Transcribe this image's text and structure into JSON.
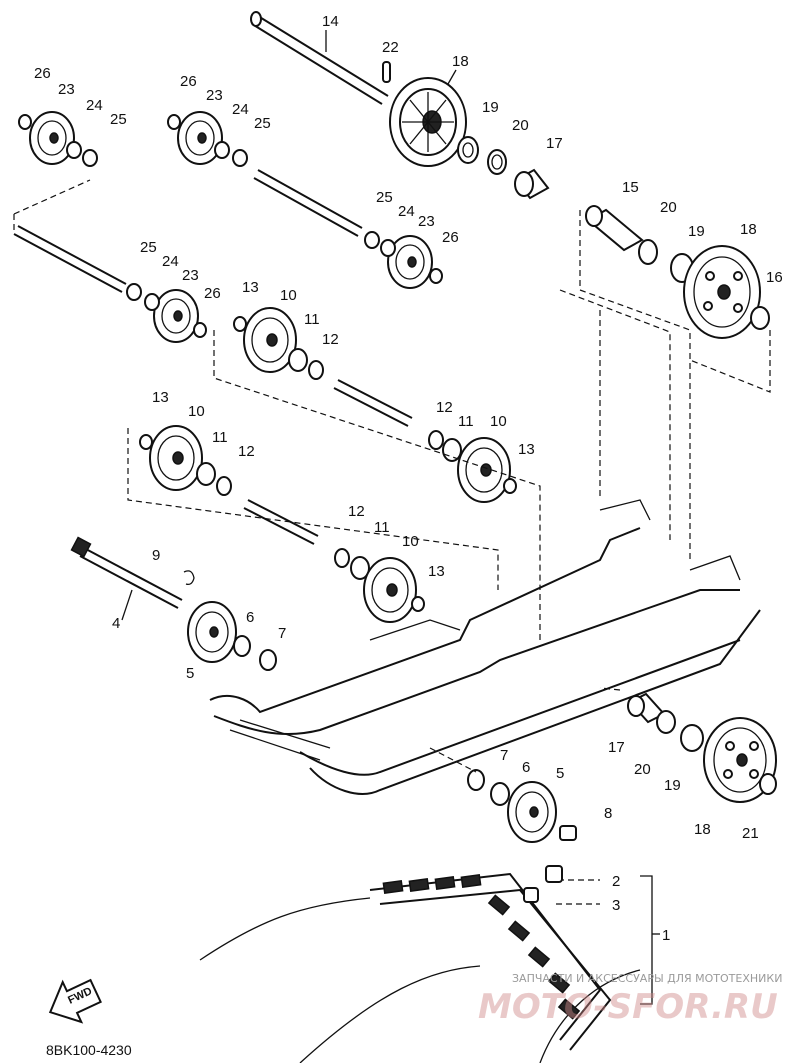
{
  "diagram": {
    "code": "8BK100-4230",
    "fwd_label": "FWD",
    "watermark_line1": "ЗАПЧАСТИ И АКСЕССУАРЫ ДЛЯ МОТОТЕХНИКИ",
    "watermark_line2": "MOTO-SFOR.RU"
  },
  "parts": [
    {
      "id": "p14a",
      "text": "14"
    },
    {
      "id": "p22",
      "text": "22"
    },
    {
      "id": "p18a",
      "text": "18"
    },
    {
      "id": "p19a",
      "text": "19"
    },
    {
      "id": "p20a",
      "text": "20"
    },
    {
      "id": "p17a",
      "text": "17"
    },
    {
      "id": "p26a",
      "text": "26"
    },
    {
      "id": "p23a",
      "text": "23"
    },
    {
      "id": "p24a",
      "text": "24"
    },
    {
      "id": "p25a",
      "text": "25"
    },
    {
      "id": "p26b",
      "text": "26"
    },
    {
      "id": "p23b",
      "text": "23"
    },
    {
      "id": "p24b",
      "text": "24"
    },
    {
      "id": "p25b",
      "text": "25"
    },
    {
      "id": "p25c",
      "text": "25"
    },
    {
      "id": "p24c",
      "text": "24"
    },
    {
      "id": "p23c",
      "text": "23"
    },
    {
      "id": "p26c",
      "text": "26"
    },
    {
      "id": "p25d",
      "text": "25"
    },
    {
      "id": "p24d",
      "text": "24"
    },
    {
      "id": "p23d",
      "text": "23"
    },
    {
      "id": "p26d",
      "text": "26"
    },
    {
      "id": "p15",
      "text": "15"
    },
    {
      "id": "p20b",
      "text": "20"
    },
    {
      "id": "p19b",
      "text": "19"
    },
    {
      "id": "p18b",
      "text": "18"
    },
    {
      "id": "p16",
      "text": "16"
    },
    {
      "id": "p13a",
      "text": "13"
    },
    {
      "id": "p10a",
      "text": "10"
    },
    {
      "id": "p11a",
      "text": "11"
    },
    {
      "id": "p12a",
      "text": "12"
    },
    {
      "id": "p12b",
      "text": "12"
    },
    {
      "id": "p11b",
      "text": "11"
    },
    {
      "id": "p10b",
      "text": "10"
    },
    {
      "id": "p13b",
      "text": "13"
    },
    {
      "id": "p13c",
      "text": "13"
    },
    {
      "id": "p10c",
      "text": "10"
    },
    {
      "id": "p11c",
      "text": "11"
    },
    {
      "id": "p12c",
      "text": "12"
    },
    {
      "id": "p12d",
      "text": "12"
    },
    {
      "id": "p11d",
      "text": "11"
    },
    {
      "id": "p10d",
      "text": "10"
    },
    {
      "id": "p13d",
      "text": "13"
    },
    {
      "id": "p9",
      "text": "9"
    },
    {
      "id": "p4",
      "text": "4"
    },
    {
      "id": "p6a",
      "text": "6"
    },
    {
      "id": "p7a",
      "text": "7"
    },
    {
      "id": "p5a",
      "text": "5"
    },
    {
      "id": "p7b",
      "text": "7"
    },
    {
      "id": "p6b",
      "text": "6"
    },
    {
      "id": "p5b",
      "text": "5"
    },
    {
      "id": "p8",
      "text": "8"
    },
    {
      "id": "p17b",
      "text": "17"
    },
    {
      "id": "p20c",
      "text": "20"
    },
    {
      "id": "p19c",
      "text": "19"
    },
    {
      "id": "p18c",
      "text": "18"
    },
    {
      "id": "p21",
      "text": "21"
    },
    {
      "id": "p2",
      "text": "2"
    },
    {
      "id": "p3",
      "text": "3"
    },
    {
      "id": "p1",
      "text": "1"
    }
  ]
}
